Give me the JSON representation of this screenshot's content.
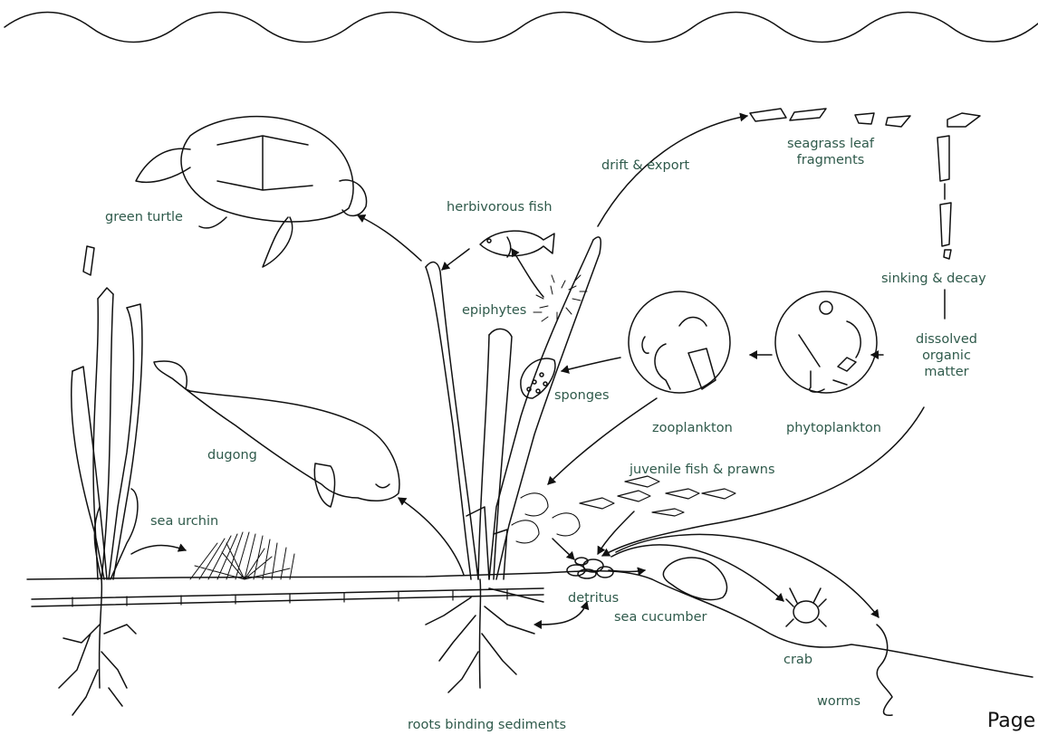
{
  "labels": {
    "green_turtle": "green turtle",
    "herbivorous_fish": "herbivorous fish",
    "drift_export": "drift & export",
    "seagrass_leaf_fragments": [
      "seagrass leaf",
      "fragments"
    ],
    "sinking_decay": "sinking & decay",
    "epiphytes": "epiphytes",
    "dissolved_organic_matter": [
      "dissolved",
      "organic",
      "matter"
    ],
    "sponges": "sponges",
    "zooplankton": "zooplankton",
    "phytoplankton": "phytoplankton",
    "dugong": "dugong",
    "juvenile_fish_prawns": "juvenile fish & prawns",
    "sea_urchin": "sea urchin",
    "detritus": "detritus",
    "sea_cucumber": "sea cucumber",
    "crab": "crab",
    "worms": "worms",
    "roots_binding_sediments": "roots binding sediments"
  },
  "page_mark": "Page",
  "colors": {
    "label": "#2f5a4b",
    "line": "#111111"
  }
}
